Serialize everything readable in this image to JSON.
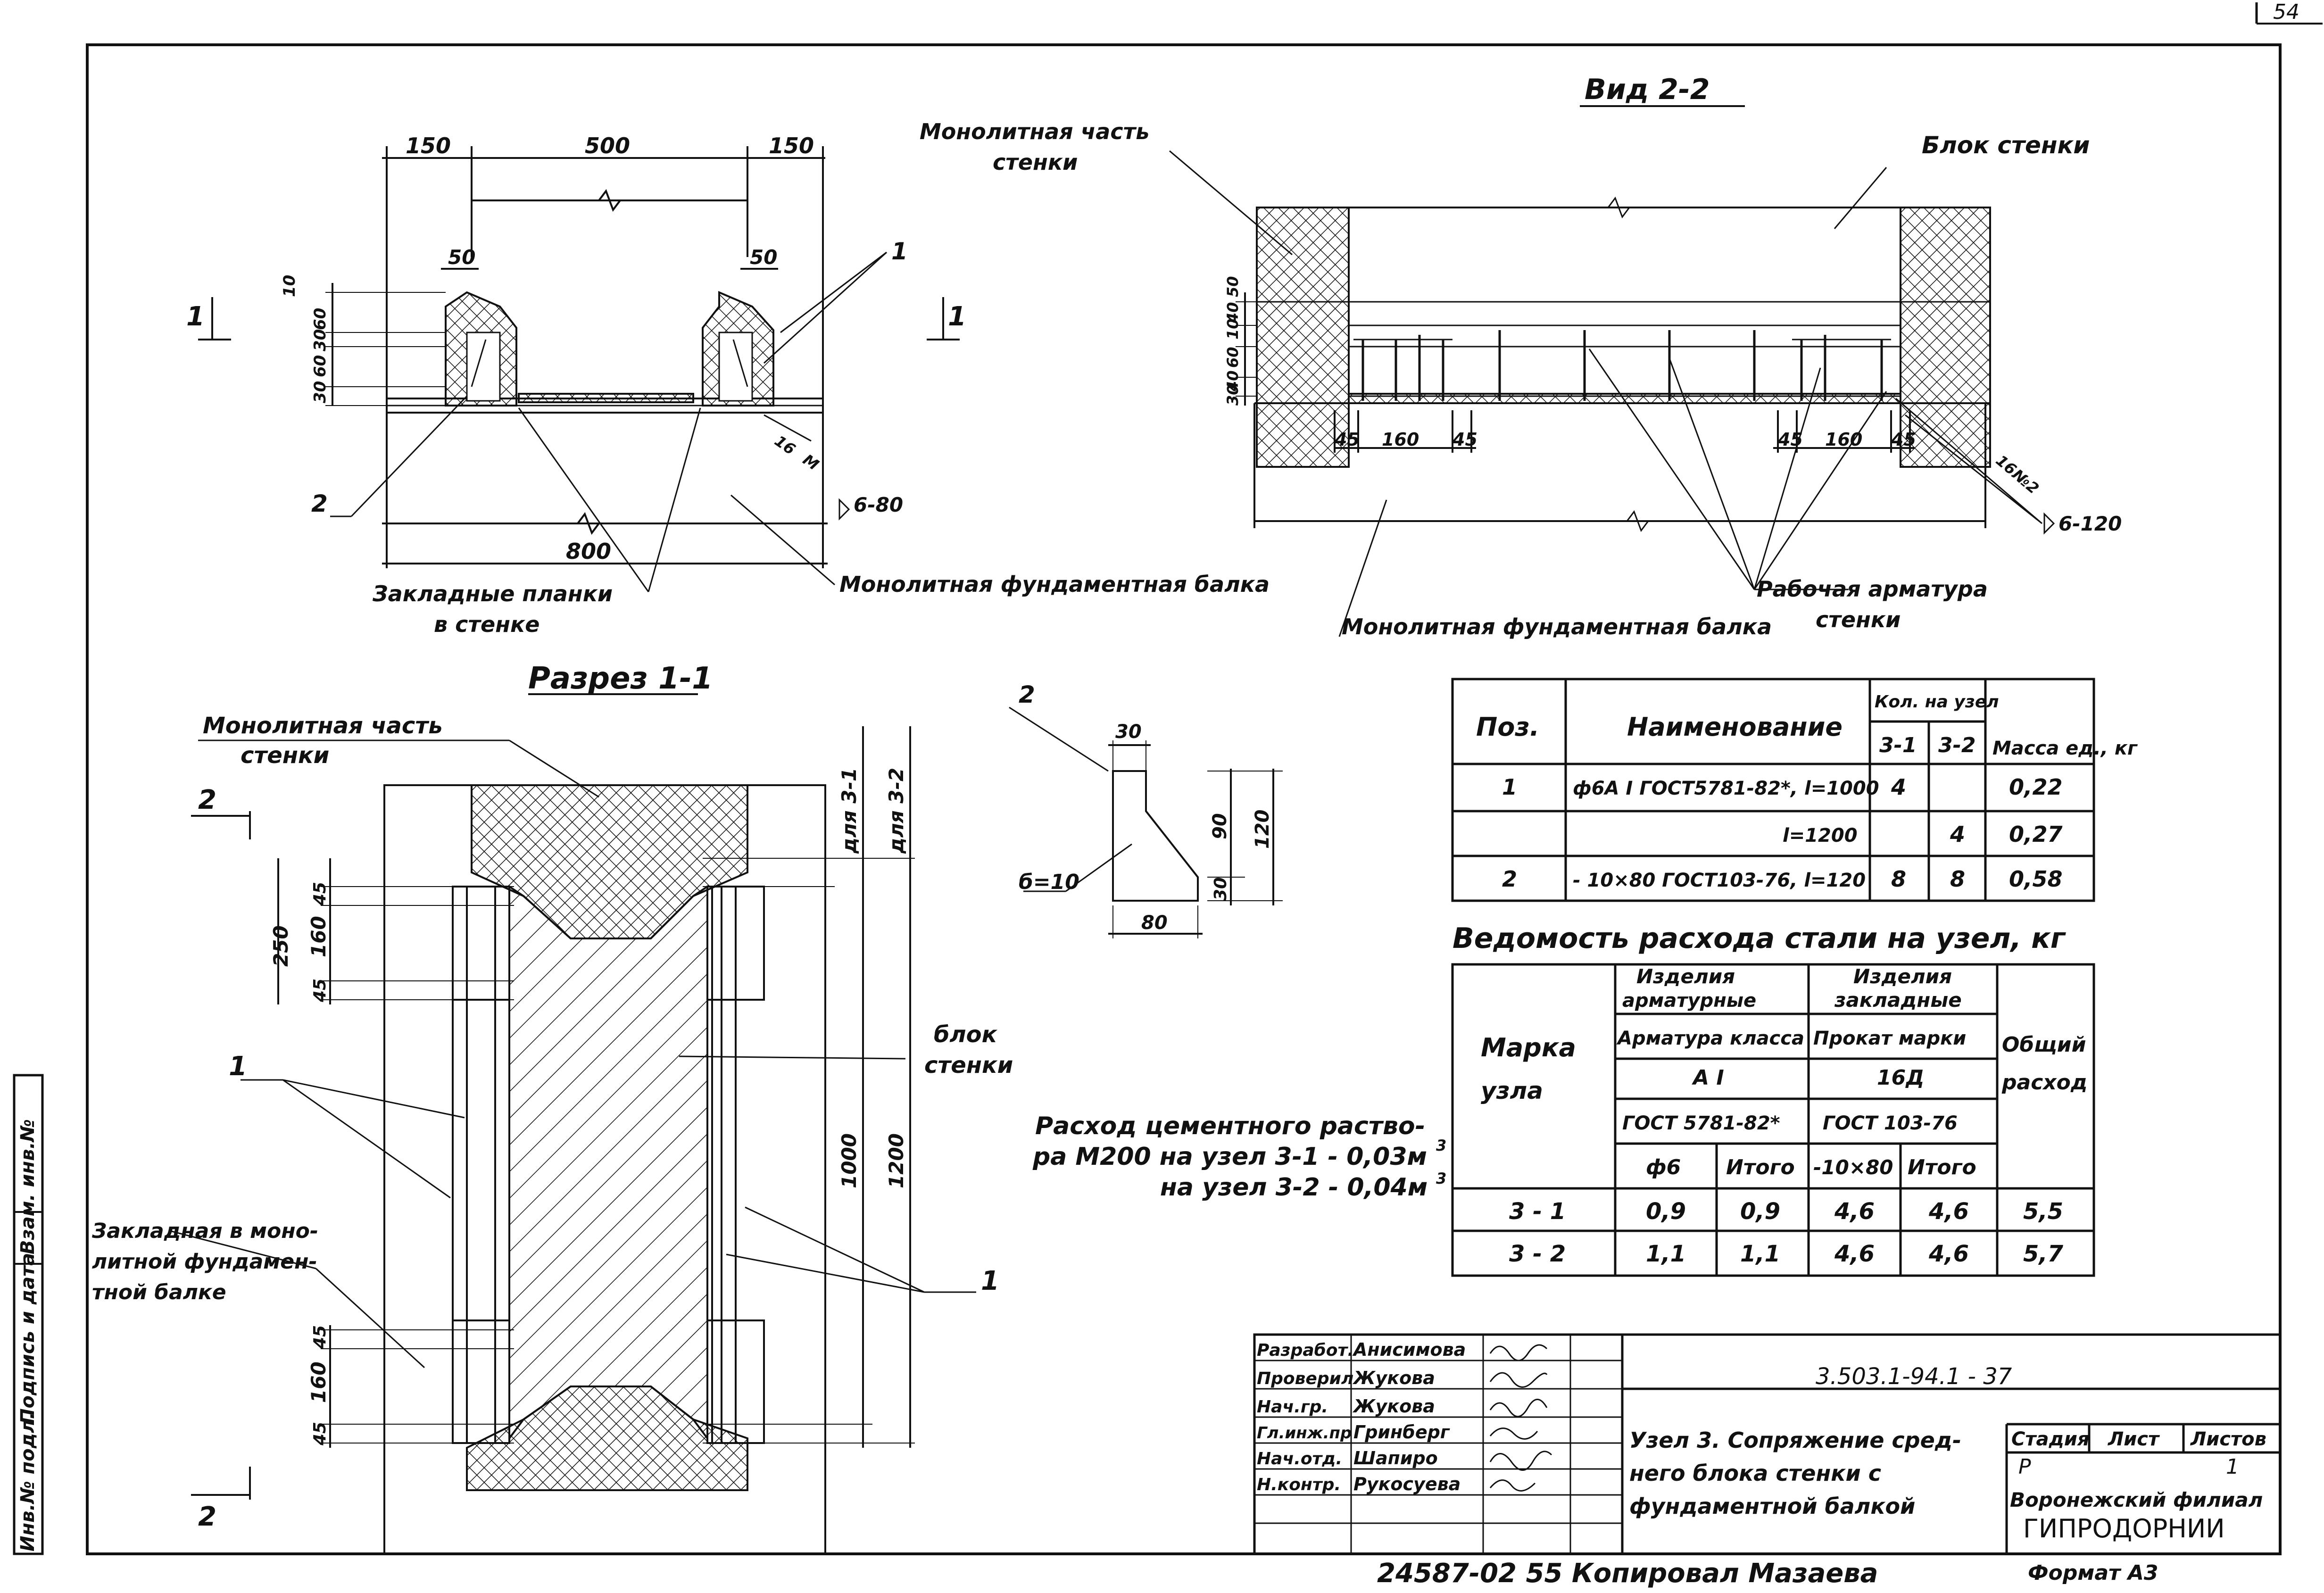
{
  "page_number": "54",
  "view_2_2": {
    "title": "Вид 2-2",
    "label_monolith_part": [
      "Монолитная часть",
      "стенки"
    ],
    "label_wall_block": "Блок стенки",
    "label_rebar": [
      "Рабочая арматура",
      "стенки"
    ],
    "label_foundation_beam": "Монолитная фундаментная балка",
    "dims_left": [
      "45",
      "160",
      "45"
    ],
    "dims_right": [
      "45",
      "160",
      "45"
    ],
    "vert_dims": [
      "50",
      "40",
      "10",
      "60",
      "40",
      "30"
    ],
    "weld": "6-120",
    "weld_count": "16",
    "weld_note": "№2"
  },
  "section_top": {
    "dims_top": [
      "150",
      "500",
      "150"
    ],
    "dim_50a": "50",
    "dim_50b": "50",
    "vert_dims": [
      "10",
      "60",
      "30",
      "60",
      "30"
    ],
    "total": "800",
    "callout_1": "1",
    "callout_2": "2",
    "cut_mark": "1",
    "weld": "6-80",
    "weld_count": "16",
    "weld_note": "М",
    "label_embedded": [
      "Закладные планки",
      "в стенке"
    ],
    "label_foundation_beam": "Монолитная фундаментная балка"
  },
  "section_1_1": {
    "title": "Разрез 1-1",
    "label_monolith_part": [
      "Монолитная часть",
      "стенки"
    ],
    "label_block": [
      "блок",
      "стенки"
    ],
    "label_embedded_beam": [
      "Закладная в моно-",
      "литной фундамен-",
      "тной балке"
    ],
    "callout_1": "1",
    "cut_mark": "2",
    "dims_top": [
      "250",
      "45",
      "160",
      "45"
    ],
    "dims_bottom": [
      "45",
      "160",
      "45"
    ],
    "dim_1000": "1000",
    "dim_1200": "1200",
    "for_3_1": "для 3-1",
    "for_3_2": "для 3-2"
  },
  "plate_detail": {
    "callout": "2",
    "thickness": "б=10",
    "dims": [
      "30",
      "90",
      "120",
      "30",
      "80"
    ]
  },
  "mortar_note": [
    "Расход цементного раство-",
    "ра М200  на узел   3-1 - 0,03м",
    "на узел   3-2 - 0,04м"
  ],
  "spec_table": {
    "headers": [
      "Поз.",
      "Наименование",
      "Кол. на узел",
      "Масса ед., кг"
    ],
    "subheaders": [
      "3-1",
      "3-2"
    ],
    "rows": [
      [
        "1",
        "ф6А I ГОСТ5781-82*, l=1000",
        "4",
        "",
        "0,22"
      ],
      [
        "",
        "l=1200",
        "",
        "4",
        "0,27"
      ],
      [
        "2",
        "- 10×80 ГОСТ103-76, l=120",
        "8",
        "8",
        "0,58"
      ]
    ]
  },
  "steel_table": {
    "title": "Ведомость расхода стали на узел, кг",
    "col_mark": [
      "Марка",
      "узла"
    ],
    "col_group_1": [
      "Изделия",
      "арматурные"
    ],
    "col_group_2": [
      "Изделия",
      "закладные"
    ],
    "col_total": [
      "Общий",
      "расход"
    ],
    "sub_1": "Арматура класса",
    "sub_2": "Прокат марки",
    "class_1": "А I",
    "class_2": "16Д",
    "gost_1": "ГОСТ 5781-82*",
    "gost_2": "ГОСТ 103-76",
    "cols": [
      "ф6",
      "Итого",
      "-10×80",
      "Итого"
    ],
    "rows": [
      [
        "3 - 1",
        "0,9",
        "0,9",
        "4,6",
        "4,6",
        "5,5"
      ],
      [
        "3 - 2",
        "1,1",
        "1,1",
        "4,6",
        "4,6",
        "5,7"
      ]
    ]
  },
  "title_block": {
    "doc_number": "3.503.1-94.1 - 37",
    "roles": [
      "Разработ.",
      "Проверил",
      "Нач.гр.",
      "Гл.инж.пр",
      "Нач.отд.",
      "Н.контр."
    ],
    "names": [
      "Анисимова",
      "Жукова",
      "Жукова",
      "Гринберг",
      "Шапиро",
      "Рукосуева"
    ],
    "title": [
      "Узел 3.  Сопряжение сред-",
      "него блока  стенки  с",
      "фундаментной балкой"
    ],
    "stage_label": "Стадия",
    "sheet_label": "Лист",
    "sheets_label": "Листов",
    "stage": "Р",
    "sheet": "1",
    "org": [
      "Воронежский филиал",
      "ГИПРОДОРНИИ"
    ]
  },
  "side_stamp": [
    "Инв.№ подл.",
    "Подпись и дата",
    "Взам. инв.№"
  ],
  "footer": {
    "copy": "24587-02  55  Копировал  Мазаева",
    "format": "Формат  А3"
  }
}
